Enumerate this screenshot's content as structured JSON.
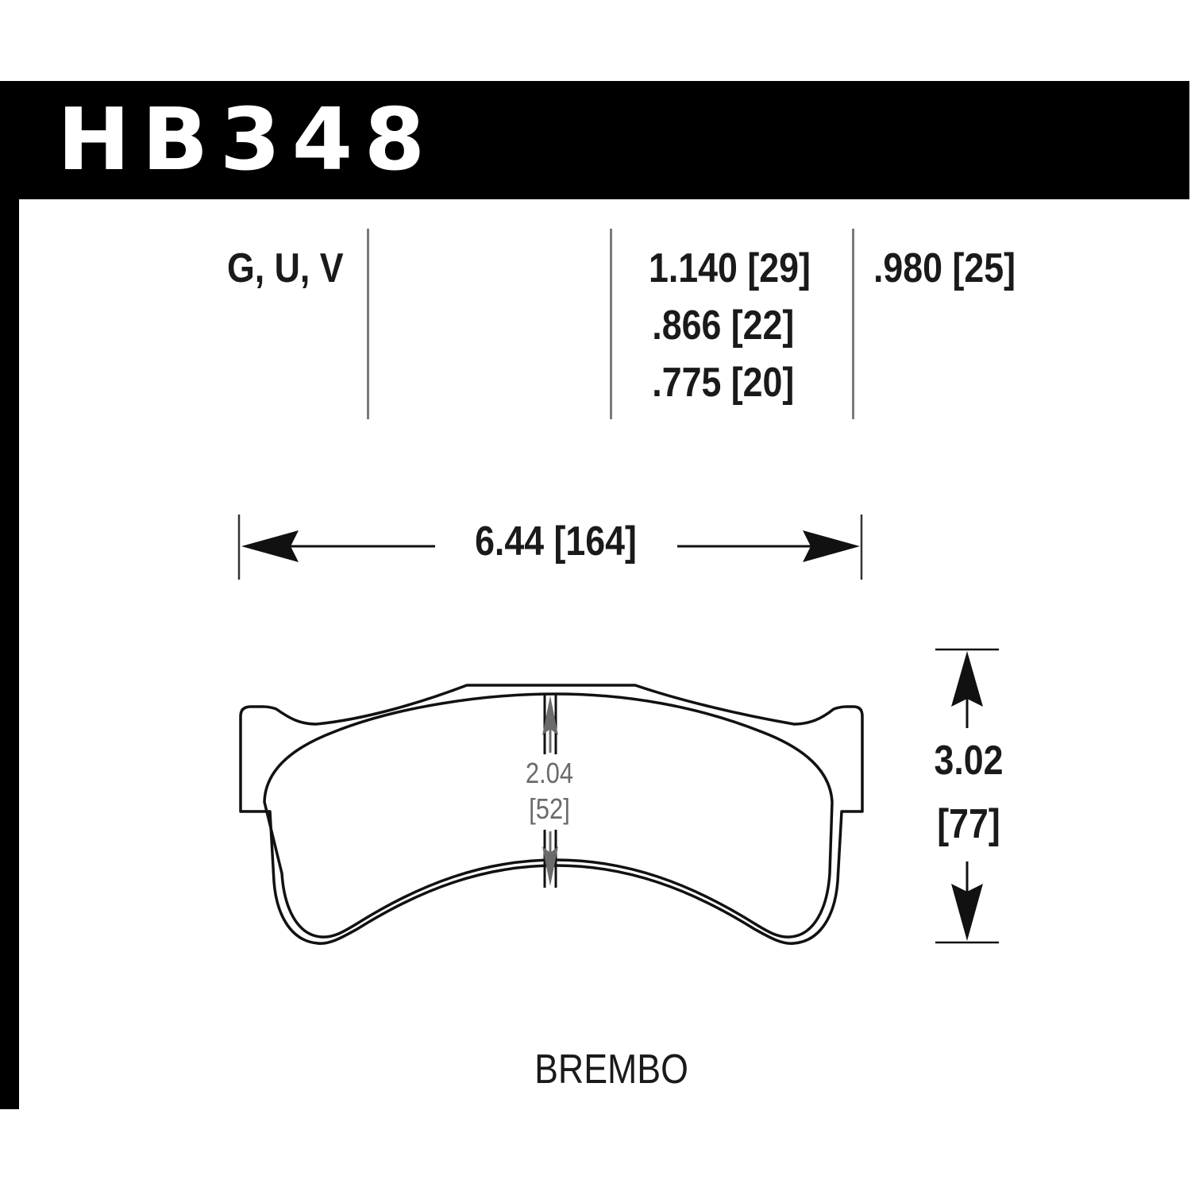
{
  "header": {
    "part_number": "HB348"
  },
  "specs": {
    "compounds": "G, U, V",
    "thickness": [
      "1.140 [29]",
      ".866 [22]",
      ".775 [20]"
    ],
    "backing_plate": ".980 [25]"
  },
  "dimensions": {
    "width": {
      "label": "6.44 [164]",
      "inches": "6.44",
      "mm": "164"
    },
    "height": {
      "inches": "3.02",
      "mm": "[77]"
    },
    "friction_height": {
      "inches": "2.04",
      "mm": "[52]"
    }
  },
  "manufacturer": "BREMBO",
  "colors": {
    "header_bg": "#000000",
    "header_text": "#ffffff",
    "text": "#1a1a1a",
    "divider": "#7a7a7a",
    "inner_dimension": "#6b6b6b"
  }
}
